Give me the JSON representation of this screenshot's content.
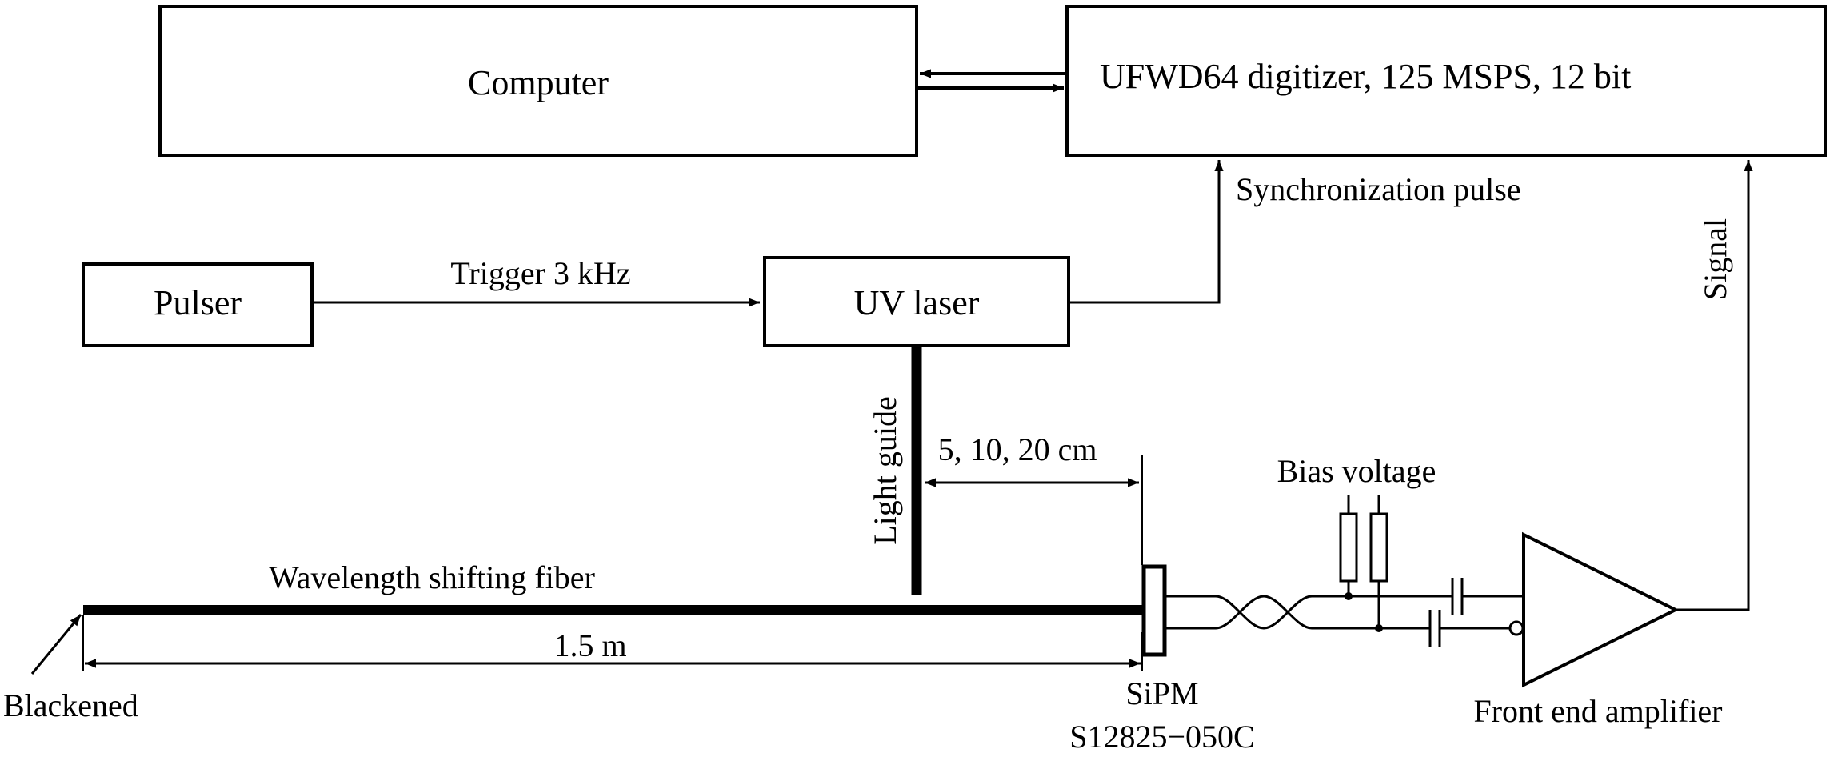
{
  "blocks": {
    "computer": "Computer",
    "digitizer": "UFWD64 digitizer, 125 MSPS, 12 bit",
    "pulser": "Pulser",
    "uv_laser": "UV laser"
  },
  "labels": {
    "sync_pulse": "Synchronization pulse",
    "trigger": "Trigger 3 kHz",
    "signal": "Signal",
    "light_guide": "Light guide",
    "distance": "5, 10, 20 cm",
    "bias_voltage": "Bias voltage",
    "fiber": "Wavelength shifting fiber",
    "fiber_length": "1.5 m",
    "blackened": "Blackened",
    "sipm": "SiPM",
    "sipm_model": "S12825−050C",
    "amplifier": "Front end amplifier"
  }
}
